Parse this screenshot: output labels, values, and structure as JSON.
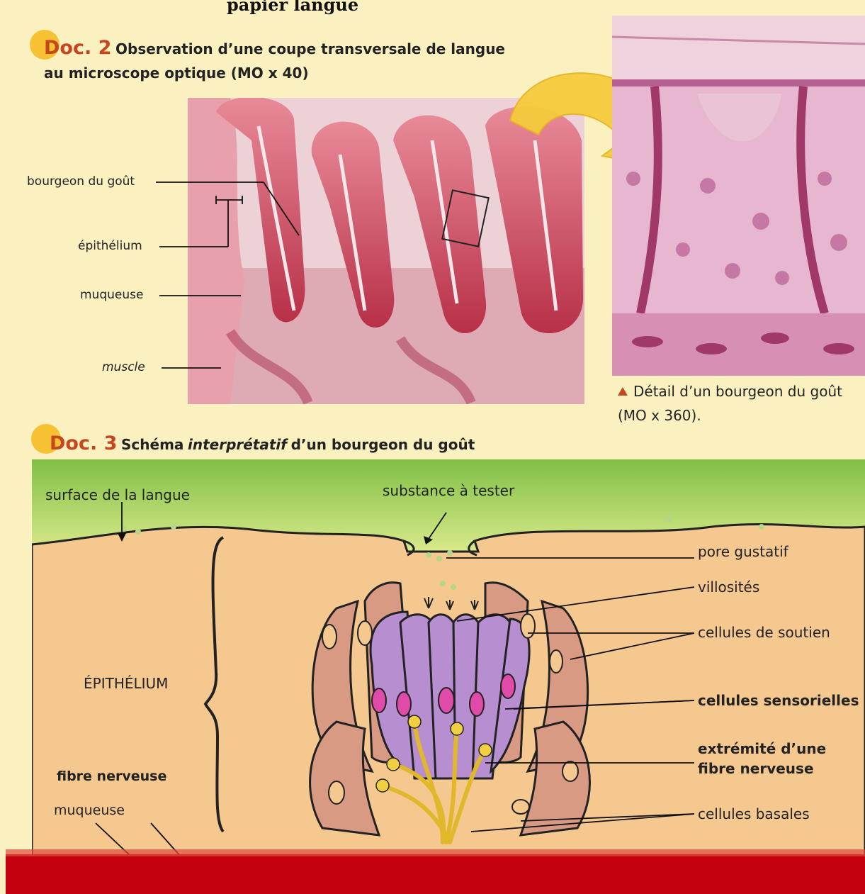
{
  "header": {
    "fragment": "papier langue"
  },
  "doc2": {
    "number": "Doc. 2",
    "title_line1": "Observation d’une coupe transversale de langue",
    "title_line2": "au microscope optique (MO x 40)",
    "labels": {
      "bourgeon": "bourgeon du goût",
      "epithelium": "épithélium",
      "muqueuse": "muqueuse",
      "muscle": "muscle"
    },
    "detail_caption_line1": "Détail d’un bourgeon du goût",
    "detail_caption_line2": "(MO x 360)."
  },
  "doc3": {
    "number": "Doc. 3",
    "title_pre": "Schéma",
    "title_italic": "interprétatif",
    "title_post": "d’un bourgeon du goût",
    "labels": {
      "surface": "surface de la langue",
      "substance": "substance à tester",
      "pore": "pore gustatif",
      "villosites": "villosités",
      "soutien": "cellules de soutien",
      "sensorielles": "cellules sensorielles",
      "extremite_1": "extrémité d’une",
      "extremite_2": "fibre nerveuse",
      "basales": "cellules basales",
      "epithelium": "ÉPITHÉLIUM",
      "fibre": "fibre nerveuse",
      "muqueuse": "muqueuse"
    }
  },
  "colors": {
    "page": "#fbf1c0",
    "accent": "#c8461e",
    "tissue": "#d96a7c",
    "epithelium_diagram": "#f5c890",
    "sensory_cell": "#b78fd0",
    "support_cell": "#d99a84",
    "nerve": "#f0d040",
    "bottom_band": "#c4000e"
  }
}
